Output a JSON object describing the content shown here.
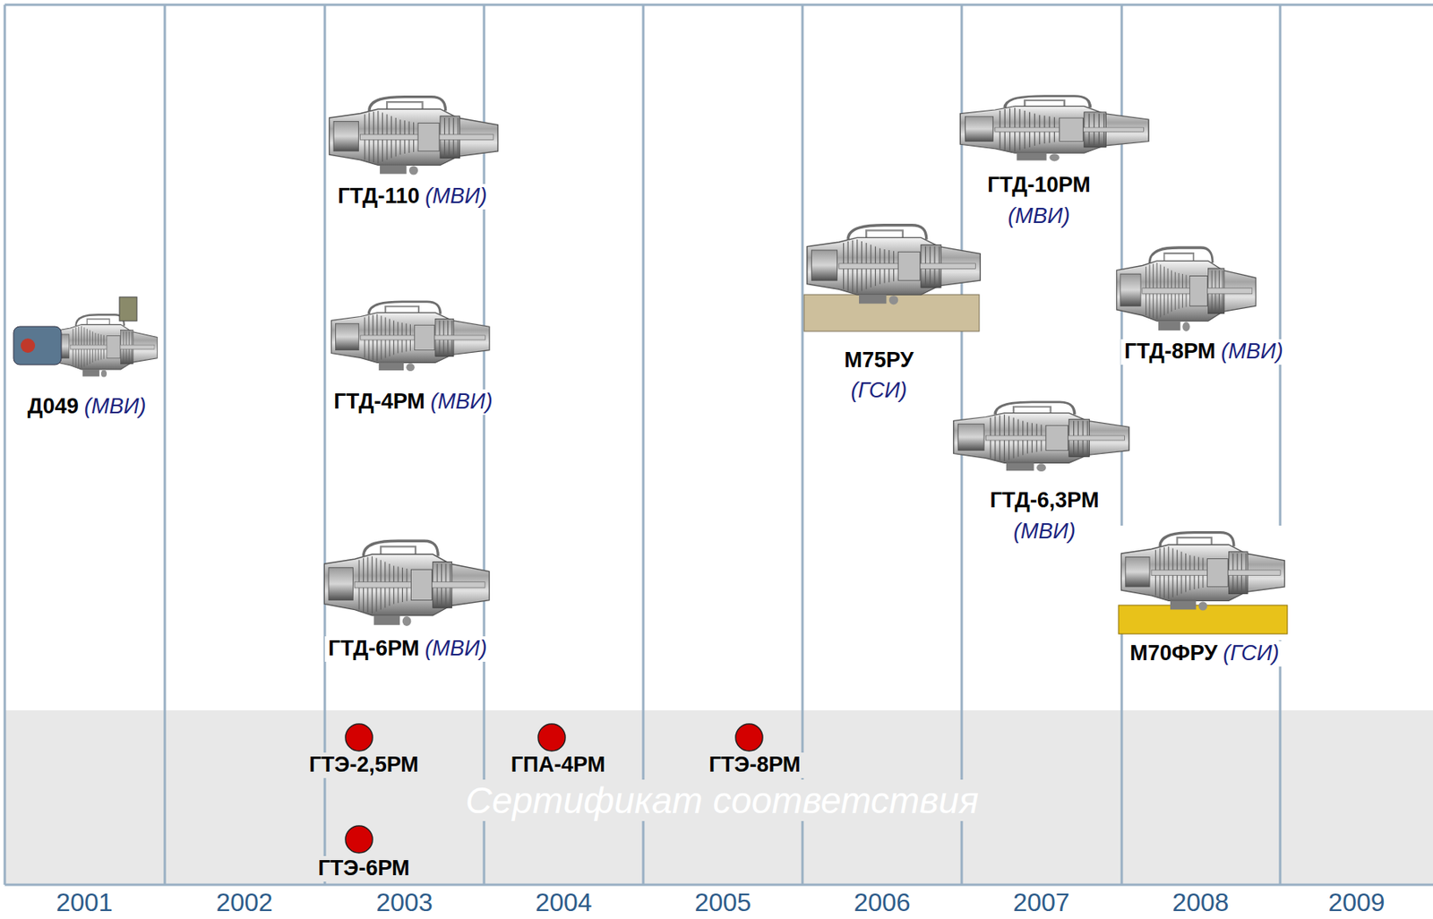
{
  "diagram": {
    "labels": [
      "Д049",
      "(МВИ)",
      "ГТД-110",
      "(МВИ)",
      "ГТД-4РМ",
      "(МВИ)",
      "ГТД-6РМ",
      "(МВИ)",
      "М75РУ",
      "(ГСИ)",
      "ГТД-10РМ",
      "(МВИ)",
      "ГТД-6,3РМ",
      "(МВИ)",
      "ГТД-8РМ",
      "(МВИ)",
      "М70ФРУ",
      "(ГСИ)",
      "ГТЭ-2,5РМ",
      "ГПА-4РМ",
      "ГТЭ-8РМ",
      "ГТЭ-6РМ",
      "Сертификат соответствия",
      "2001",
      "2002",
      "2003",
      "2004",
      "2005",
      "2006",
      "2007",
      "2008",
      "2009"
    ]
  }
}
